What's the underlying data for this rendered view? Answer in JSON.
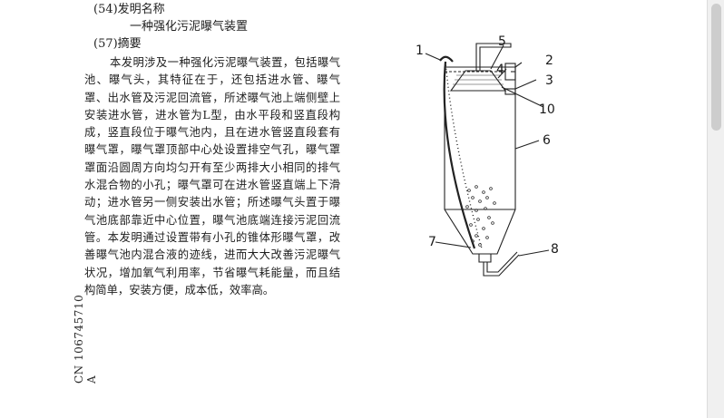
{
  "biblio": {
    "heading_54": "(54)发明名称",
    "title": "一种强化污泥曝气装置",
    "heading_57": "(57)摘要",
    "side_number": "CN 106745710 A"
  },
  "abstract": {
    "text": "本发明涉及一种强化污泥曝气装置，包括曝气池、曝气头，其特征在于，还包括进水管、曝气罩、出水管及污泥回流管，所述曝气池上端侧壁上安装进水管，进水管为L型，由水平段和竖直段构成，竖直段位于曝气池内，且在进水管竖直段套有曝气罩，曝气罩顶部中心处设置排空气孔，曝气罩罩面沿圆周方向均匀开有至少两排大小相同的排气水混合物的小孔；曝气罩可在进水管竖直端上下滑动；进水管另一侧安装出水管；所述曝气头置于曝气池底部靠近中心位置，曝气池底端连接污泥回流管。本发明通过设置带有小孔的锥体形曝气罩，改善曝气池内混合液的迹线，进而大大改善污泥曝气状况，增加氧气利用率，节省曝气耗能量，而且结构简单，安装方便，成本低，效率高。"
  },
  "figure": {
    "labels": {
      "l1": "1",
      "l2": "2",
      "l3": "3",
      "l4": "4",
      "l5": "5",
      "l6": "6",
      "l7": "7",
      "l8": "8",
      "l10": "10"
    }
  },
  "colors": {
    "page": "#ffffff",
    "background": "#e9e9e9",
    "text": "#1e1e1e",
    "line": "#222222"
  }
}
